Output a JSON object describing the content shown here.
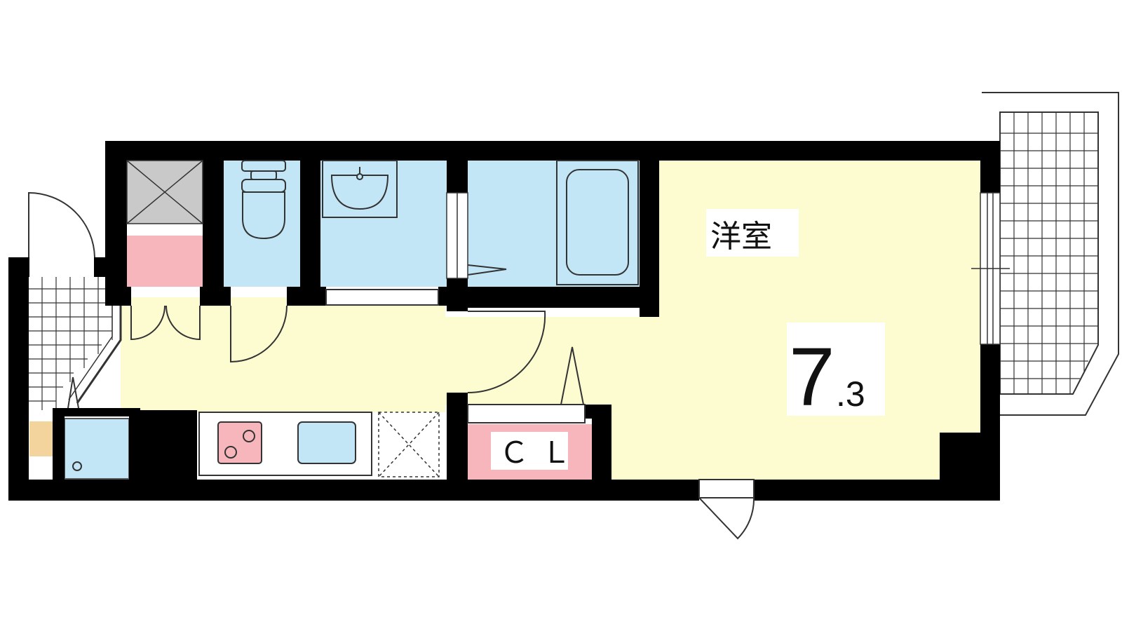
{
  "room": {
    "name": "洋室",
    "size_main": "7",
    "size_decimal": ".3"
  },
  "closet": {
    "label": "ＣＬ"
  },
  "colors": {
    "room_fill": "#fdfbd0",
    "wet_fill": "#c3e6f7",
    "pink_fill": "#f7b6bb",
    "wall": "#000000",
    "storage_gray": "#c9c9c9",
    "wood": "#f2d49c"
  }
}
